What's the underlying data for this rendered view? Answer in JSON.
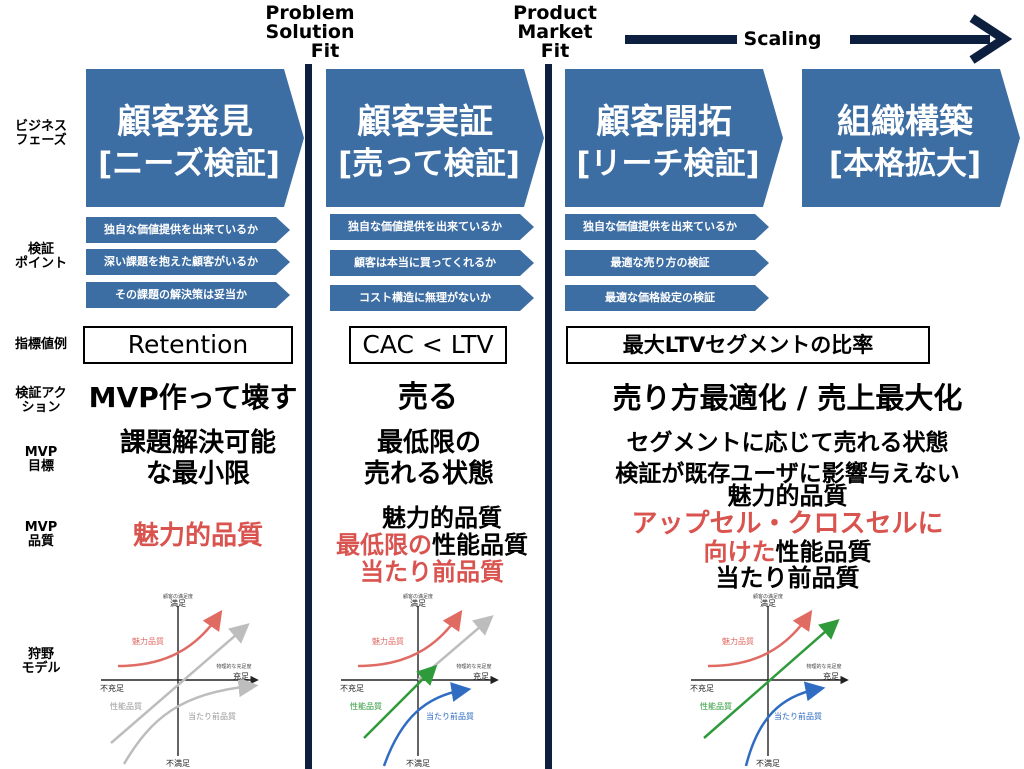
{
  "headers": {
    "psf": [
      "Problem",
      "Solution",
      "Fit"
    ],
    "pmf": [
      "Product",
      "Market",
      "Fit"
    ],
    "scaling": "Scaling"
  },
  "row_labels": {
    "phase": [
      "ビジネス",
      "フェーズ"
    ],
    "points": [
      "検証",
      "ポイント"
    ],
    "metric": "指標値例",
    "action": [
      "検証アク",
      "ション"
    ],
    "mvp_goal": [
      "MVP",
      "目標"
    ],
    "mvp_quality": [
      "MVP",
      "品質"
    ],
    "kano": [
      "狩野",
      "モデル"
    ]
  },
  "phases": [
    {
      "title": "顧客発見",
      "sub": "[ニーズ検証]"
    },
    {
      "title": "顧客実証",
      "sub": "[売って検証]"
    },
    {
      "title": "顧客開拓",
      "sub": "[リーチ検証]"
    },
    {
      "title": "組織構築",
      "sub": "[本格拡大]"
    }
  ],
  "points": [
    [
      "独自な価値提供を出来ているか",
      "深い課題を抱えた顧客がいるか",
      "その課題の解決策は妥当か"
    ],
    [
      "独自な価値提供を出来ているか",
      "顧客は本当に買ってくれるか",
      "コスト構造に無理がないか"
    ],
    [
      "独自な価値提供を出来ているか",
      "最適な売り方の検証",
      "最適な価格設定の検証"
    ]
  ],
  "metrics": [
    "Retention",
    "CAC < LTV",
    "最大LTVセグメントの比率"
  ],
  "actions": [
    "MVP作って壊す",
    "売る",
    "売り方最適化 / 売上最大化"
  ],
  "mvp_goals": [
    [
      "課題解決可能",
      "な最小限"
    ],
    [
      "最低限の",
      "売れる状態"
    ],
    [
      "セグメントに応じて売れる状態",
      "検証が既存ユーザに影響与えない"
    ]
  ],
  "mvp_quality": {
    "col1": "魅力的品質",
    "col2": {
      "line1": "魅力的品質",
      "line2_red": "最低限の",
      "line2_black": "性能品質",
      "line3_red": "当たり前品質"
    },
    "col3": {
      "line1": "魅力的品質",
      "line2_red": "アップセル・クロスセルに",
      "line3_red": "向けた",
      "line3_black": "性能品質",
      "line4": "当たり前品質"
    }
  },
  "kano": {
    "top_small": "顧客の満足度",
    "top": "満足",
    "right_small": "物理的な充足度",
    "right": "充足",
    "left": "不充足",
    "bottom": "不満足",
    "attractive": "魅力品質",
    "performance": "性能品質",
    "must_be": "当たり前品質"
  },
  "colors": {
    "chevron": "#3d6ea3",
    "divider": "#0d1f3f",
    "red": "#d9534f",
    "attractive_line": "#e06b63",
    "performance_line": "#2e9a3a",
    "must_be_line": "#2f6cc2",
    "gray_line": "#bdbdbd"
  }
}
